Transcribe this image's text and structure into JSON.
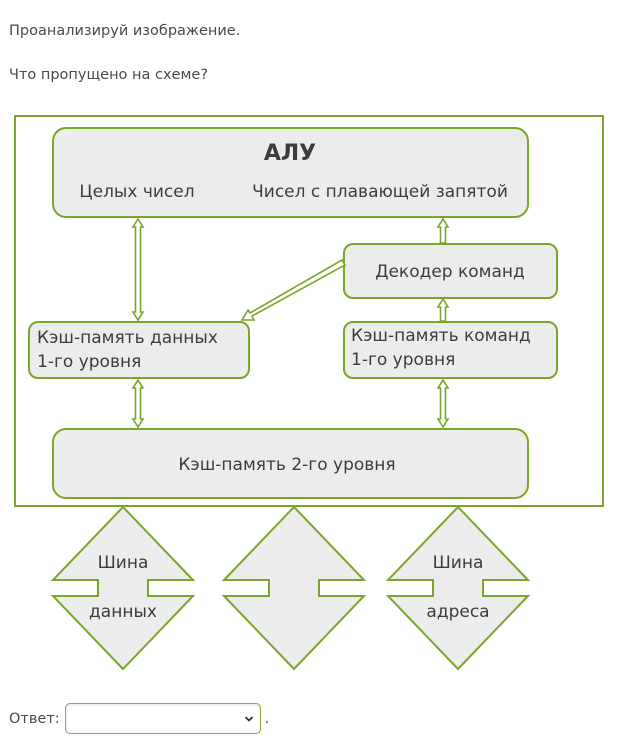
{
  "question": {
    "line1": "Проанализируй изображение.",
    "line2": "Что пропущено на схеме?"
  },
  "diagram": {
    "colors": {
      "stroke": "#7aa62a",
      "fill": "#ececec",
      "text": "#3c3c3c"
    },
    "alu": {
      "title": "АЛУ",
      "left": "Целых чисел",
      "right": "Чисел с плавающей запятой"
    },
    "decoder": "Декодер команд",
    "l1_data": {
      "line1": "Кэш-память данных",
      "line2": "1-го уровня"
    },
    "l1_instr": {
      "line1": "Кэш-память команд",
      "line2": "1-го уровня"
    },
    "l2": "Кэш-память 2-го уровня",
    "buses": [
      {
        "line1": "Шина",
        "line2": "данных"
      },
      {
        "line1": "",
        "line2": ""
      },
      {
        "line1": "Шина",
        "line2": "адреса"
      }
    ]
  },
  "answer": {
    "label": "Ответ:",
    "selected": "",
    "suffix": "."
  }
}
